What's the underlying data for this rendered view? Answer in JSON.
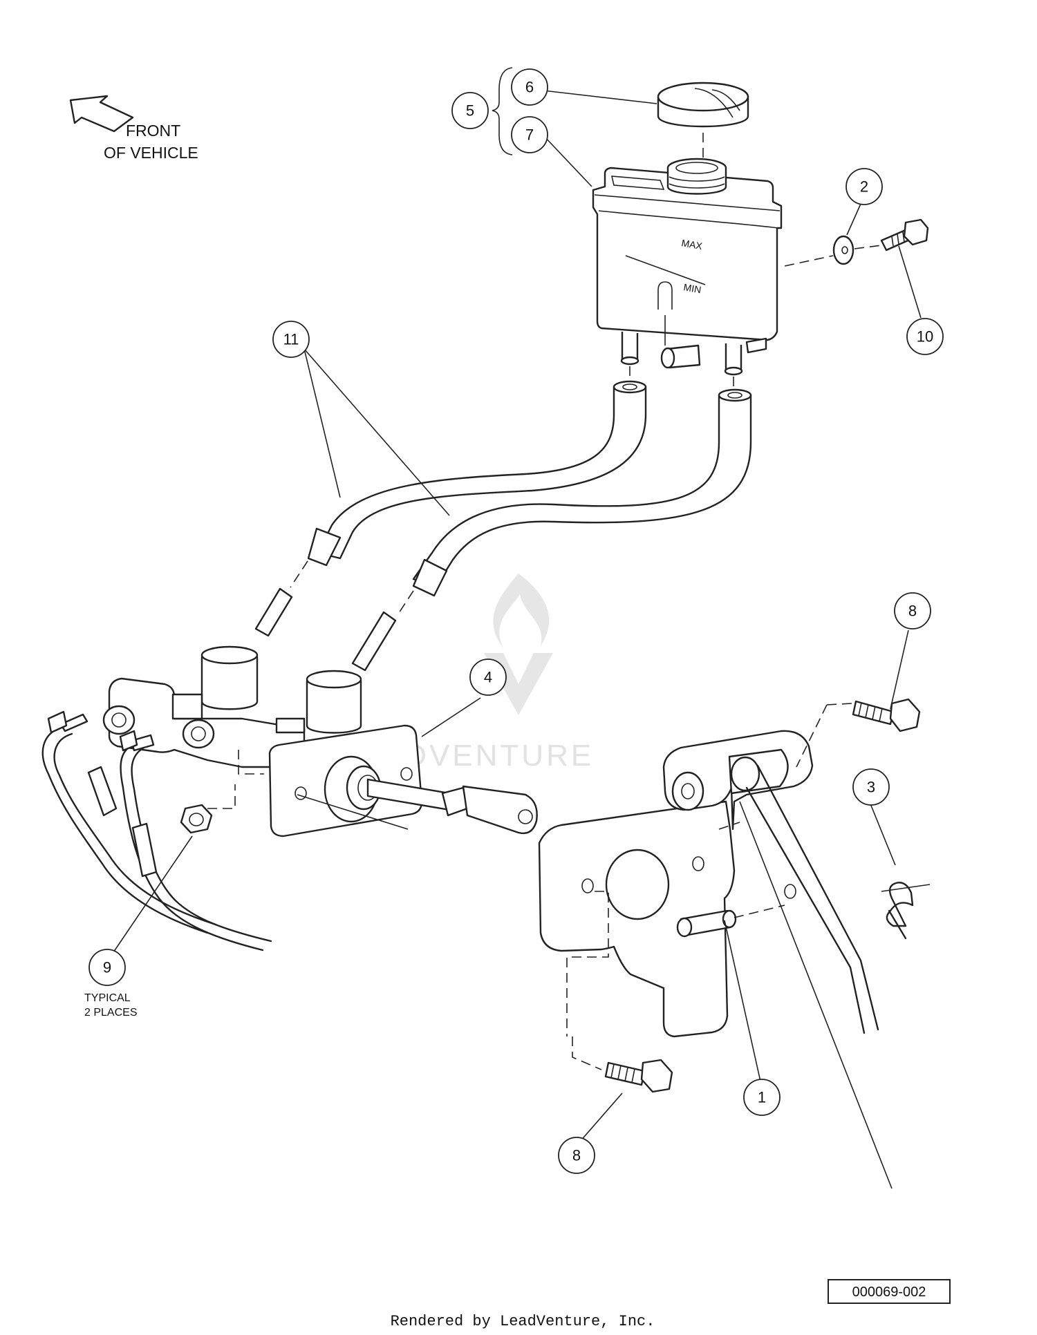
{
  "orientation": {
    "label_line1": "FRONT",
    "label_line2": "OF VEHICLE",
    "arrow_icon": "arrow-up-left-icon"
  },
  "callouts": [
    {
      "id": "c1",
      "number": "1"
    },
    {
      "id": "c2",
      "number": "2"
    },
    {
      "id": "c3",
      "number": "3"
    },
    {
      "id": "c4",
      "number": "4"
    },
    {
      "id": "c5",
      "number": "5"
    },
    {
      "id": "c6",
      "number": "6"
    },
    {
      "id": "c7",
      "number": "7"
    },
    {
      "id": "c8a",
      "number": "8"
    },
    {
      "id": "c8b",
      "number": "8"
    },
    {
      "id": "c9",
      "number": "9"
    },
    {
      "id": "c10",
      "number": "10"
    },
    {
      "id": "c11",
      "number": "11"
    }
  ],
  "reservoir": {
    "max_label": "MAX",
    "min_label": "MIN"
  },
  "note": {
    "line1": "TYPICAL",
    "line2": "2 PLACES"
  },
  "watermark": {
    "text": "LEADVENTURE",
    "logo_icon": "flame-v-logo-icon"
  },
  "diagram_id": "000069-002",
  "footer": "Rendered by LeadVenture, Inc.",
  "colors": {
    "line": "#222222",
    "background": "#ffffff",
    "watermark": "#e2e2e2"
  }
}
